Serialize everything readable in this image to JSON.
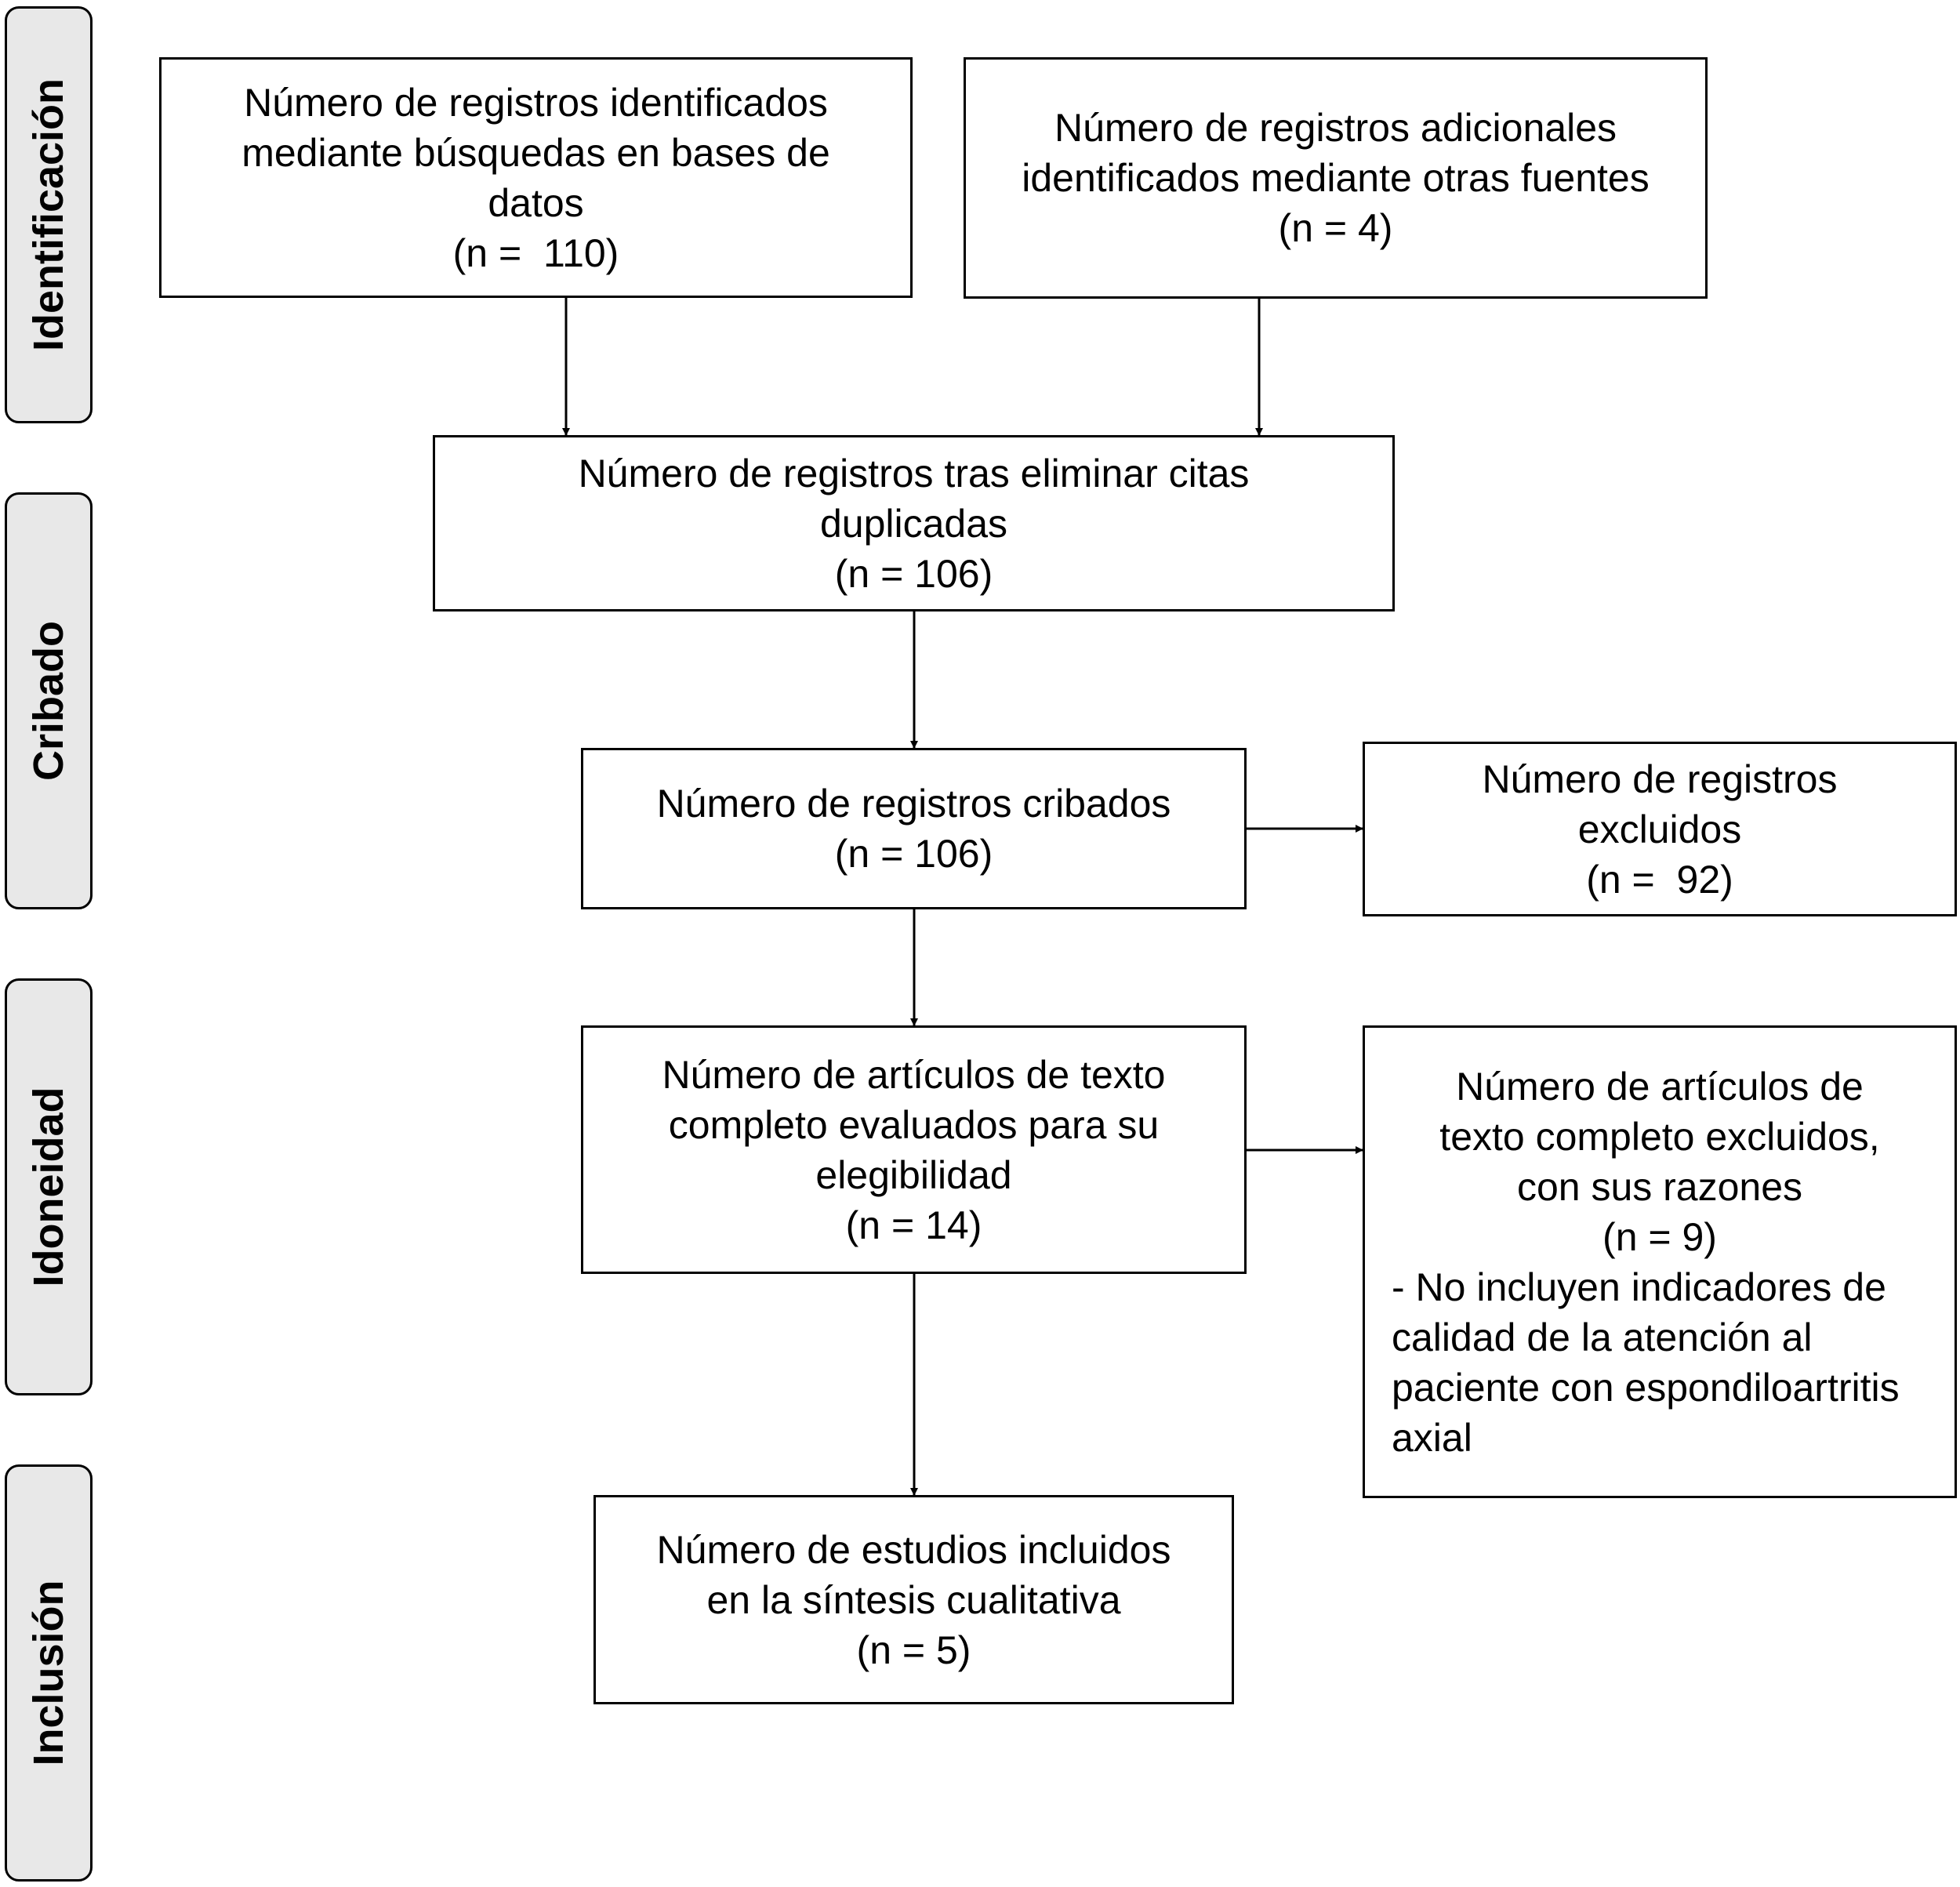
{
  "phases": {
    "identificacion": "Identificación",
    "cribado": "Cribado",
    "idoneidad": "Idoneidad",
    "inclusion": "Inclusión"
  },
  "boxes": {
    "database_records": {
      "lines": [
        "Número de registros identificados",
        "mediante búsquedas en bases de",
        "datos"
      ],
      "count": "(n =  110)"
    },
    "other_sources": {
      "lines": [
        "Número de registros adicionales",
        "identificados mediante otras fuentes"
      ],
      "count": "(n = 4)"
    },
    "after_duplicates": {
      "lines": [
        "Número de registros tras eliminar citas",
        "duplicadas"
      ],
      "count": "(n = 106)"
    },
    "screened": {
      "lines": [
        "Número de registros cribados"
      ],
      "count": "(n = 106)"
    },
    "excluded": {
      "lines": [
        "Número de registros",
        "excluidos"
      ],
      "count": "(n =  92)"
    },
    "fulltext_assessed": {
      "lines": [
        "Número de artículos de texto",
        "completo evaluados para su",
        "elegibilidad"
      ],
      "count": "(n = 14)"
    },
    "fulltext_excluded": {
      "lines": [
        "Número de artículos de",
        "texto completo excluidos,",
        "con sus razones"
      ],
      "count": "(n = 9)",
      "reason": "- No incluyen indicadores de calidad de la atención al paciente con espondiloartritis axial"
    },
    "included": {
      "lines": [
        "Número de estudios incluidos",
        "en la síntesis cualitativa"
      ],
      "count": "(n = 5)"
    }
  }
}
